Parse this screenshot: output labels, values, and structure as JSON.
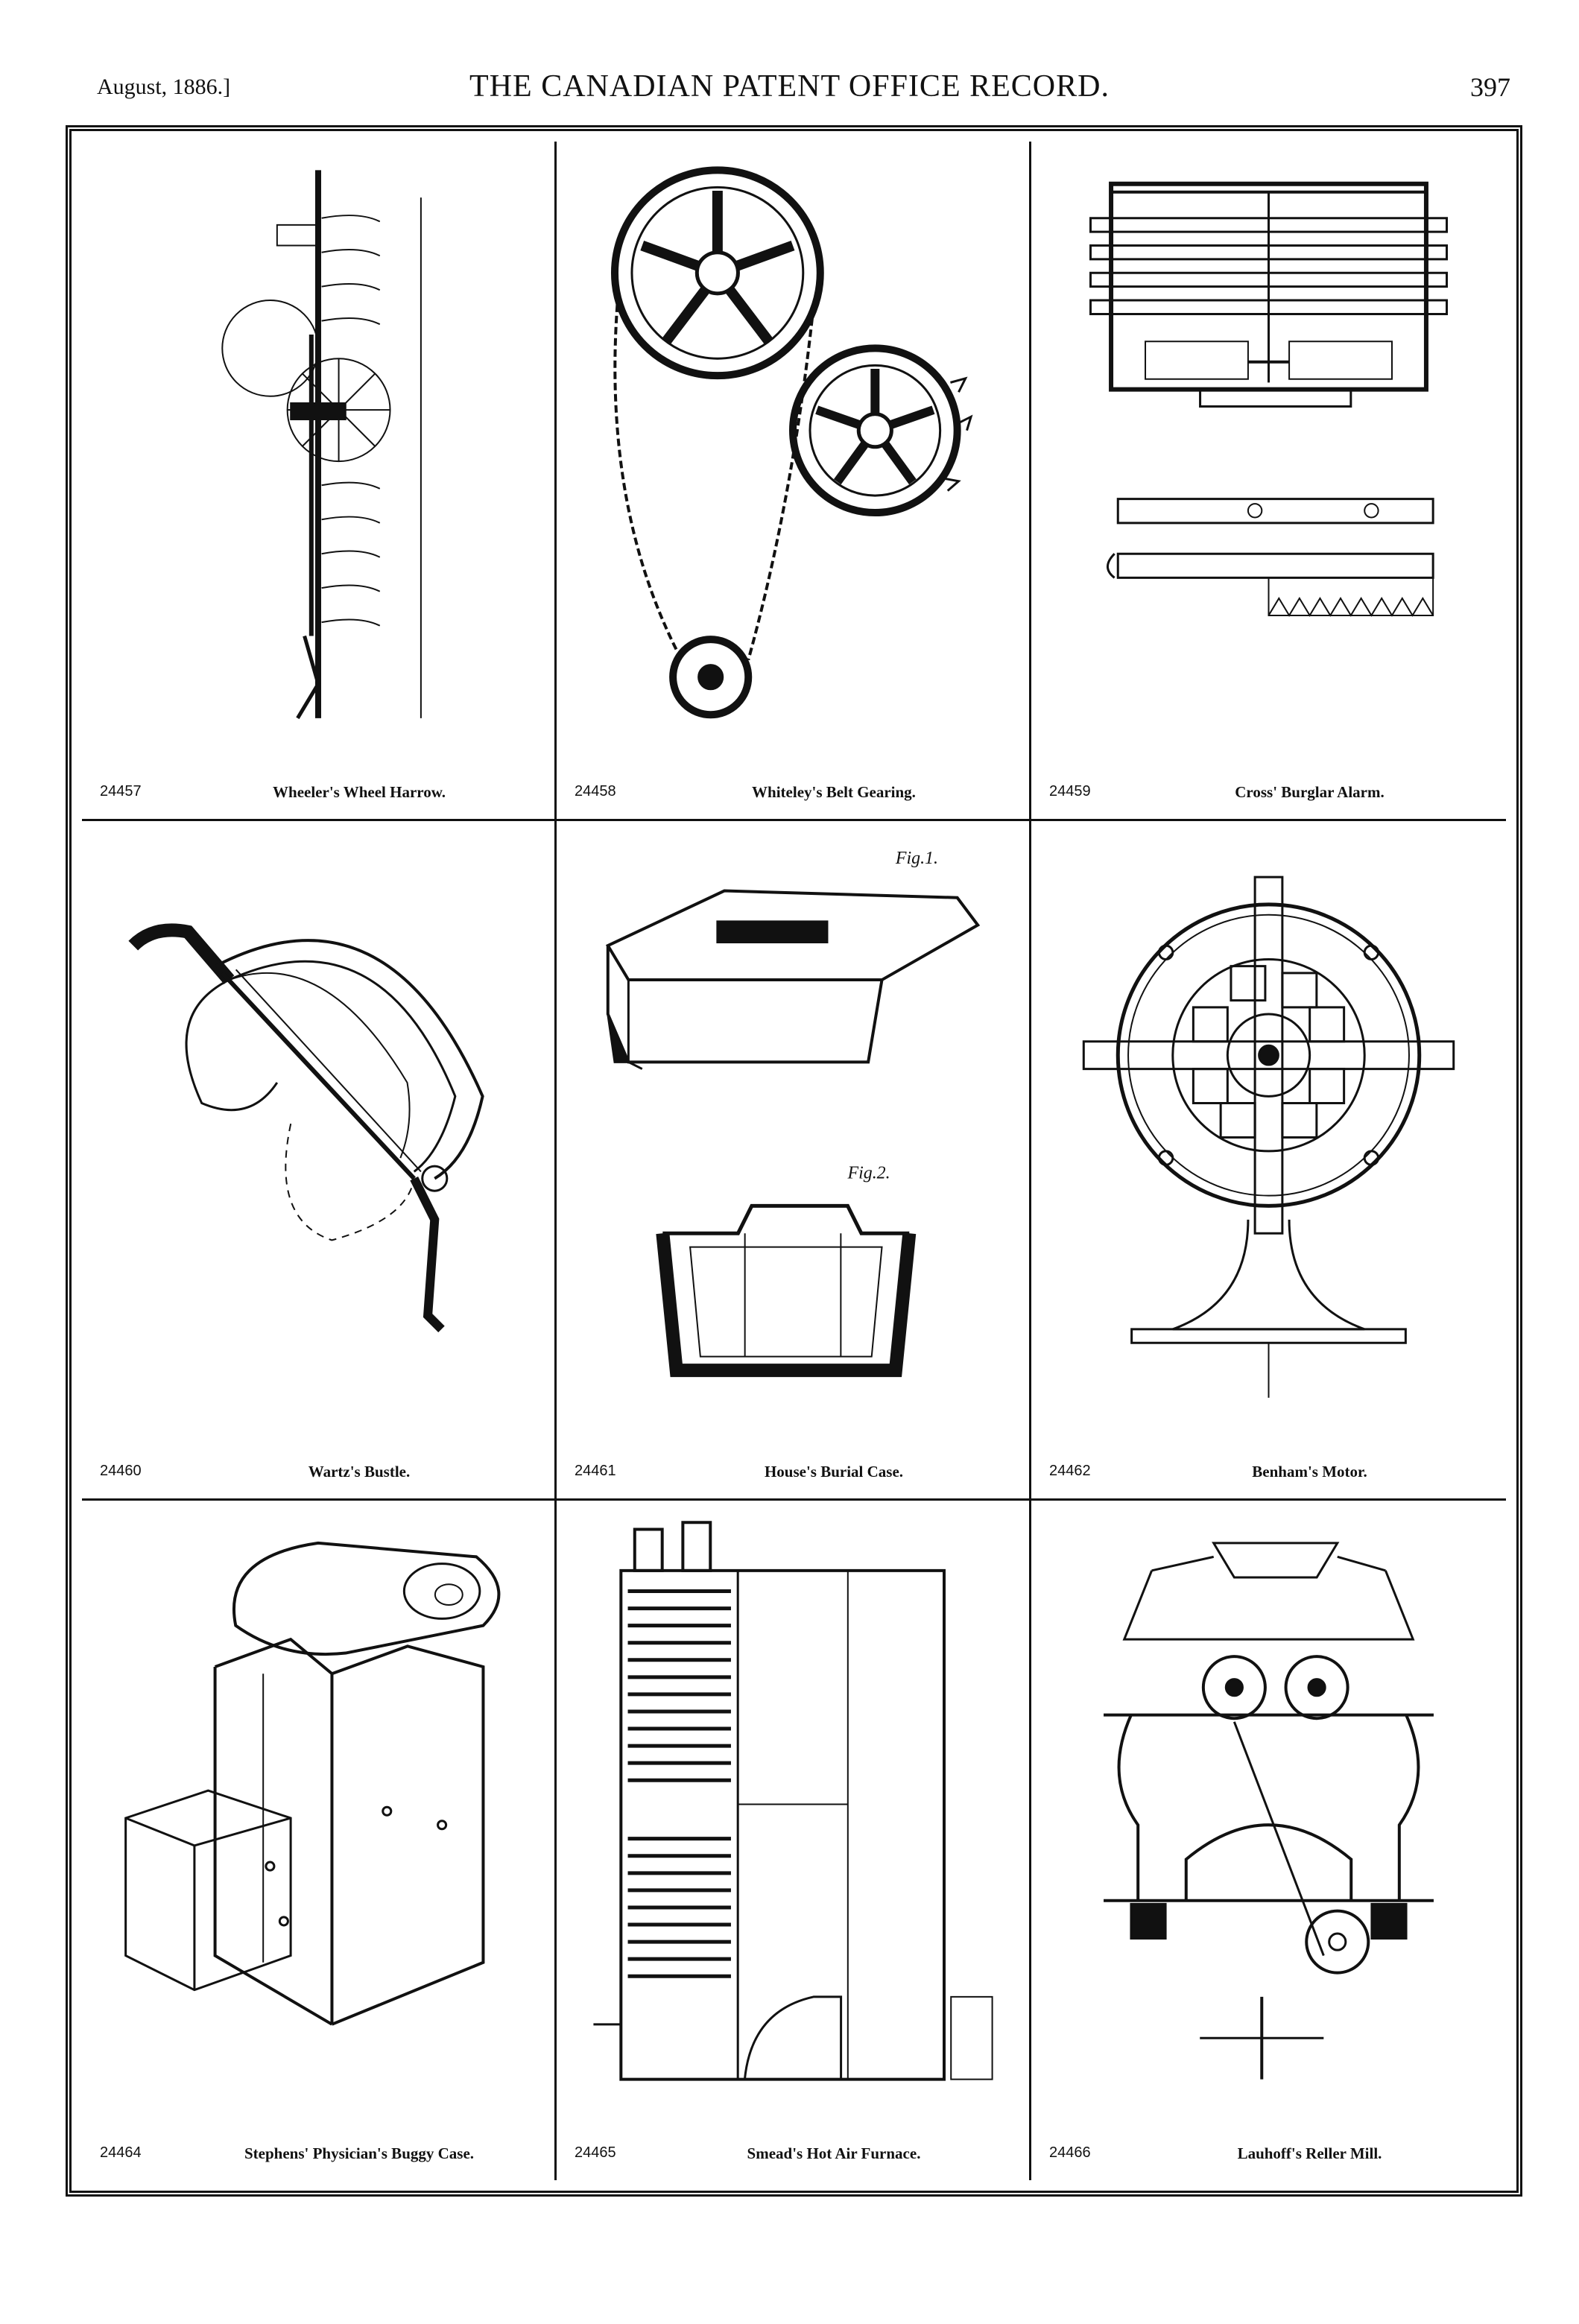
{
  "header": {
    "date": "August, 1886.]",
    "title": "THE CANADIAN PATENT OFFICE RECORD.",
    "page_number": "397"
  },
  "figures": [
    {
      "number": "24457",
      "title": "Wheeler's Wheel Harrow."
    },
    {
      "number": "24458",
      "title": "Whiteley's Belt Gearing."
    },
    {
      "number": "24459",
      "title": "Cross' Burglar Alarm."
    },
    {
      "number": "24460",
      "title": "Wartz's Bustle."
    },
    {
      "number": "24461",
      "title": "House's Burial Case."
    },
    {
      "number": "24462",
      "title": "Benham's Motor."
    },
    {
      "number": "24464",
      "title": "Stephens' Physician's Buggy Case."
    },
    {
      "number": "24465",
      "title": "Smead's Hot Air Furnace."
    },
    {
      "number": "24466",
      "title": "Lauhoff's Reller Mill."
    }
  ],
  "figure_labels": {
    "fig1": "Fig.1.",
    "fig2": "Fig.2."
  }
}
